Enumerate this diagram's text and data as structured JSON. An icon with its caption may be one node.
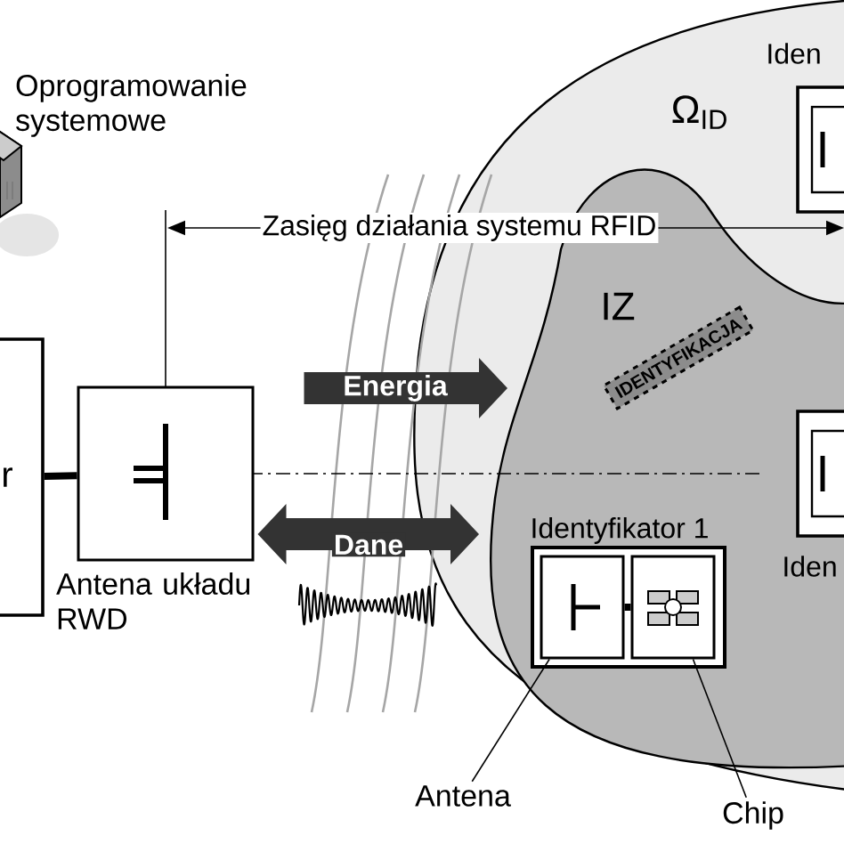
{
  "diagram": {
    "nodes": [
      {
        "text": [
          "r"
        ]
      },
      {
        "text": [],
        "shape": "box",
        "beside": [
          "Antena układu RWD"
        ]
      },
      {
        "text": [
          "Ω$_{ID}$"
        ]
      },
      {
        "text": [
          "IZ"
        ],
        "in": 2
      },
      {
        "text": [
          "IDENTYFIKACJA"
        ],
        "in": 3
      },
      {
        "text": [
          "Iden"
        ],
        "in": 2
      },
      {
        "text": [
          "Identyfikator 1"
        ],
        "in": 3
      },
      {
        "text": [],
        "shape": "box",
        "in": 6
      },
      {
        "text": [],
        "shape": "box",
        "in": 6
      },
      {
        "text": [
          "Iden"
        ],
        "in": 3
      },
      {
        "text": [
          "Antena"
        ]
      },
      {
        "text": [
          "Chip"
        ]
      }
    ],
    "edges": [
      {
        "from": 0,
        "to": 1,
        "arrow": "none",
        "style": "thick"
      },
      {
        "from": 1,
        "to": 3,
        "arrow": "to",
        "label": "Energia"
      },
      {
        "from": 1,
        "to": 3,
        "arrow": "both",
        "label": "Dane"
      },
      {
        "from": 10,
        "to": 7,
        "arrow": "none"
      },
      {
        "from": 11,
        "to": 8,
        "arrow": "none"
      },
      {
        "from": 7,
        "to": 8,
        "arrow": "none",
        "style": "thick"
      }
    ],
    "labels": [
      "Oprogramowanie systemowe",
      "Zasięg działania systemu RFID"
    ]
  }
}
